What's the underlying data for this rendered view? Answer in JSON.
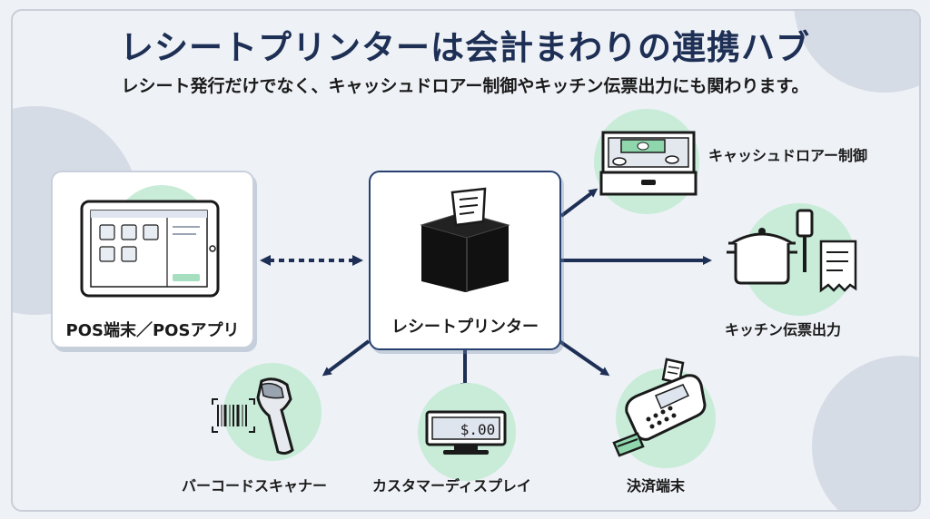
{
  "title": "レシートプリンターは会計まわりの連携ハブ",
  "subtitle": "レシート発行だけでなく、キャッシュドロアー制御やキッチン伝票出力にも関わります。",
  "hub": {
    "label": "レシートプリンター"
  },
  "pos": {
    "label": "POS端末／POSアプリ"
  },
  "peripherals": {
    "cash_drawer": "キャッシュドロアー制御",
    "kitchen": "キッチン伝票出力",
    "scanner": "バーコードスキャナー",
    "display": "カスタマーディスプレイ",
    "payment": "決済端末"
  },
  "display_amount": "$.00",
  "colors": {
    "navy": "#1d2f55",
    "mint": "#c8ecd8",
    "accent": "#27406f"
  }
}
